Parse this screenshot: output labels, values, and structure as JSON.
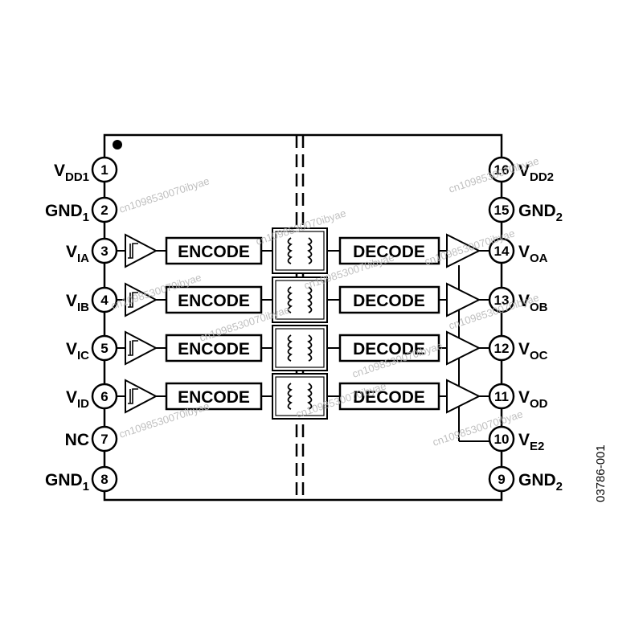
{
  "left_pins": [
    {
      "num": "1",
      "label": "V",
      "sub": "DD1"
    },
    {
      "num": "2",
      "label": "GND",
      "sub": "1"
    },
    {
      "num": "3",
      "label": "V",
      "sub": "IA"
    },
    {
      "num": "4",
      "label": "V",
      "sub": "IB"
    },
    {
      "num": "5",
      "label": "V",
      "sub": "IC"
    },
    {
      "num": "6",
      "label": "V",
      "sub": "ID"
    },
    {
      "num": "7",
      "label": "NC",
      "sub": ""
    },
    {
      "num": "8",
      "label": "GND",
      "sub": "1"
    }
  ],
  "right_pins": [
    {
      "num": "16",
      "label": "V",
      "sub": "DD2"
    },
    {
      "num": "15",
      "label": "GND",
      "sub": "2"
    },
    {
      "num": "14",
      "label": "V",
      "sub": "OA"
    },
    {
      "num": "13",
      "label": "V",
      "sub": "OB"
    },
    {
      "num": "12",
      "label": "V",
      "sub": "OC"
    },
    {
      "num": "11",
      "label": "V",
      "sub": "OD"
    },
    {
      "num": "10",
      "label": "V",
      "sub": "E2"
    },
    {
      "num": "9",
      "label": "GND",
      "sub": "2"
    }
  ],
  "channels": [
    {
      "encode_label": "ENCODE",
      "decode_label": "DECODE"
    },
    {
      "encode_label": "ENCODE",
      "decode_label": "DECODE"
    },
    {
      "encode_label": "ENCODE",
      "decode_label": "DECODE"
    },
    {
      "encode_label": "ENCODE",
      "decode_label": "DECODE"
    }
  ],
  "figure_code": "03786-001",
  "watermark_text": "cn1098530070ibyae",
  "colors": {
    "ink": "#000000",
    "watermark": "#b5b5b5",
    "background": "#ffffff"
  }
}
